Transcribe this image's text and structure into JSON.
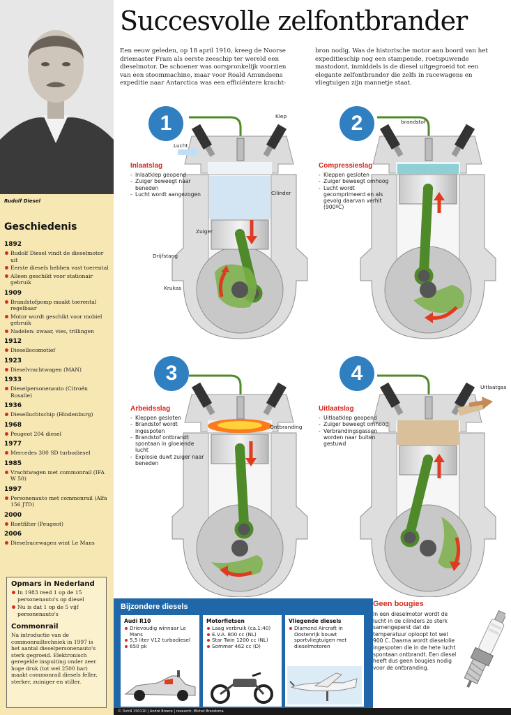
{
  "title": "Succesvolle zelfontbrander",
  "intro": {
    "col1": "Een eeuw geleden, op 18 april 1910, kreeg de Noorse driemaster Fram als eerste zeeschip ter wereld een dieselmotor. De schoener was oorspronkelijk voorzien van een stoommachine, maar voor Roald Amundsens expeditie naar Antarctica was een efficiëntere kracht-",
    "col2": "bron nodig. Was de historische motor aan boord van het expeditieschip nog een stampende, roetspuwende mastodont, inmiddels is de diesel uitgegroeid tot een elegante zelfontbrander die zelfs in racewagens en vliegtuigen zijn mannetje staat."
  },
  "sidebar": {
    "portrait_caption": "Rudolf Diesel",
    "history_heading": "Geschiedenis",
    "timeline": [
      {
        "year": "1892",
        "events": [
          "Rudolf Diesel vindt de dieselmotor uit",
          "Eerste diesels hebben vast toerental",
          "Alleen geschikt voor stationair gebruik"
        ]
      },
      {
        "year": "1909",
        "events": [
          "Brandstofpomp maakt toerental regelbaar",
          "Motor wordt geschikt voor mobiel gebruik",
          "Nadelen: zwaar, vies, trillingen"
        ]
      },
      {
        "year": "1912",
        "events": [
          "Diesellocomotief"
        ]
      },
      {
        "year": "1923",
        "events": [
          "Dieselvrachtwagen (MAN)"
        ]
      },
      {
        "year": "1933",
        "events": [
          "Dieselpersonenauto (Citroën Rosalie)"
        ]
      },
      {
        "year": "1936",
        "events": [
          "Dieselluchtschip (Hindenburg)"
        ]
      },
      {
        "year": "1968",
        "events": [
          "Peugeot 204 diesel"
        ]
      },
      {
        "year": "1977",
        "events": [
          "Mercedes 300 SD turbodiesel"
        ]
      },
      {
        "year": "1985",
        "events": [
          "Vrachtwagen met commonrail (IFA W 50)"
        ]
      },
      {
        "year": "1997",
        "events": [
          "Personenauto met commonrail (Alfa 156 JTD)"
        ]
      },
      {
        "year": "2000",
        "events": [
          "Roetfilter (Peugeot)"
        ]
      },
      {
        "year": "2006",
        "events": [
          "Dieselracewagen wint Le Mans"
        ]
      }
    ],
    "opmars": {
      "heading": "Opmars in Nederland",
      "items": [
        "In 1983 reed 1 op de 15 personenauto's op diesel",
        "Nu is dat 1 op de 5 vijf personenauto's"
      ],
      "commonrail_heading": "Commonrail",
      "commonrail_text": "Na introductie van de commonrailtechniek in 1997 is het aantal dieselpersonenauto's sterk gegroeid. Elektronisch geregelde inspuiting onder zeer hoge druk (tot wel 2500 bar) maakt commonrail diesels feller, sterker, zuiniger en stiller."
    }
  },
  "strokes": [
    {
      "num": "1",
      "title": "Inlaatslag",
      "steps": [
        "Inlaatklep geopend",
        "Zuiger beweegt naar beneden",
        "Lucht wordt aangezogen"
      ],
      "labels": {
        "klep": "Klep",
        "lucht": "Lucht",
        "cilinder": "Cilinder",
        "zuiger": "Zuiger",
        "drijfstang": "Drijfstang",
        "krukas": "Krukas"
      }
    },
    {
      "num": "2",
      "title": "Compressieslag",
      "steps": [
        "Kleppen gesloten",
        "Zuiger beweegt omhoog",
        "Lucht wordt gecomprimeerd en als gevolg daarvan verhit (900ºC)"
      ],
      "labels": {
        "brandstof": "brandstof"
      }
    },
    {
      "num": "3",
      "title": "Arbeidsslag",
      "steps": [
        "Kleppen gesloten",
        "Brandstof wordt ingespoten",
        "Brandstof ontbrandt spontaan in gloeiende lucht",
        "Explosie duwt zuiger naar beneden"
      ],
      "labels": {
        "ontbranding": "Ontbranding"
      }
    },
    {
      "num": "4",
      "title": "Uitlaatslag",
      "steps": [
        "Uitlaatklep geopend",
        "Zuiger beweegt omhoog",
        "Verbrandingsgassen worden naar buiten gestuwd"
      ],
      "labels": {
        "uitlaatgas": "Uitlaatgas"
      }
    }
  ],
  "bijzondere": {
    "heading": "Bijzondere diesels",
    "cards": [
      {
        "title": "Audi R10",
        "items": [
          "Drievoudig winnaar Le Mans",
          "5,5 liter V12 turbodiesel",
          "650 pk"
        ]
      },
      {
        "title": "Motorfietsen",
        "items": [
          "Laag verbruik (ca.1:40)",
          "E.V.A. 800 cc (NL)",
          "Star Twin 1200 cc (NL)",
          "Sommer 462 cc (D)"
        ]
      },
      {
        "title": "Vliegende diesels",
        "items": [
          "Diamond Aircraft in Oostenrijk bouwt sportvliegtuigen met dieselmotoren"
        ]
      }
    ]
  },
  "bougies": {
    "heading": "Geen bougies",
    "text": "In een dieselmotor wordt de lucht in de cilinders zo sterk samengeperst dat de temperatuur oploopt tot wel 900 C. Daarna wordt dieselolie ingespoten die in de hete lucht spontaan ontbrandt. Een diesel heeft dus geen bougies nodig voor de ontbranding."
  },
  "credits": "© DvhN 150110 | André Broere | research: Michel Brandsma",
  "colors": {
    "accent_red": "#d9271e",
    "accent_blue": "#2f7fc1",
    "sidebar_bg": "#f7e7b3",
    "rod_green": "#4f8a2a"
  }
}
